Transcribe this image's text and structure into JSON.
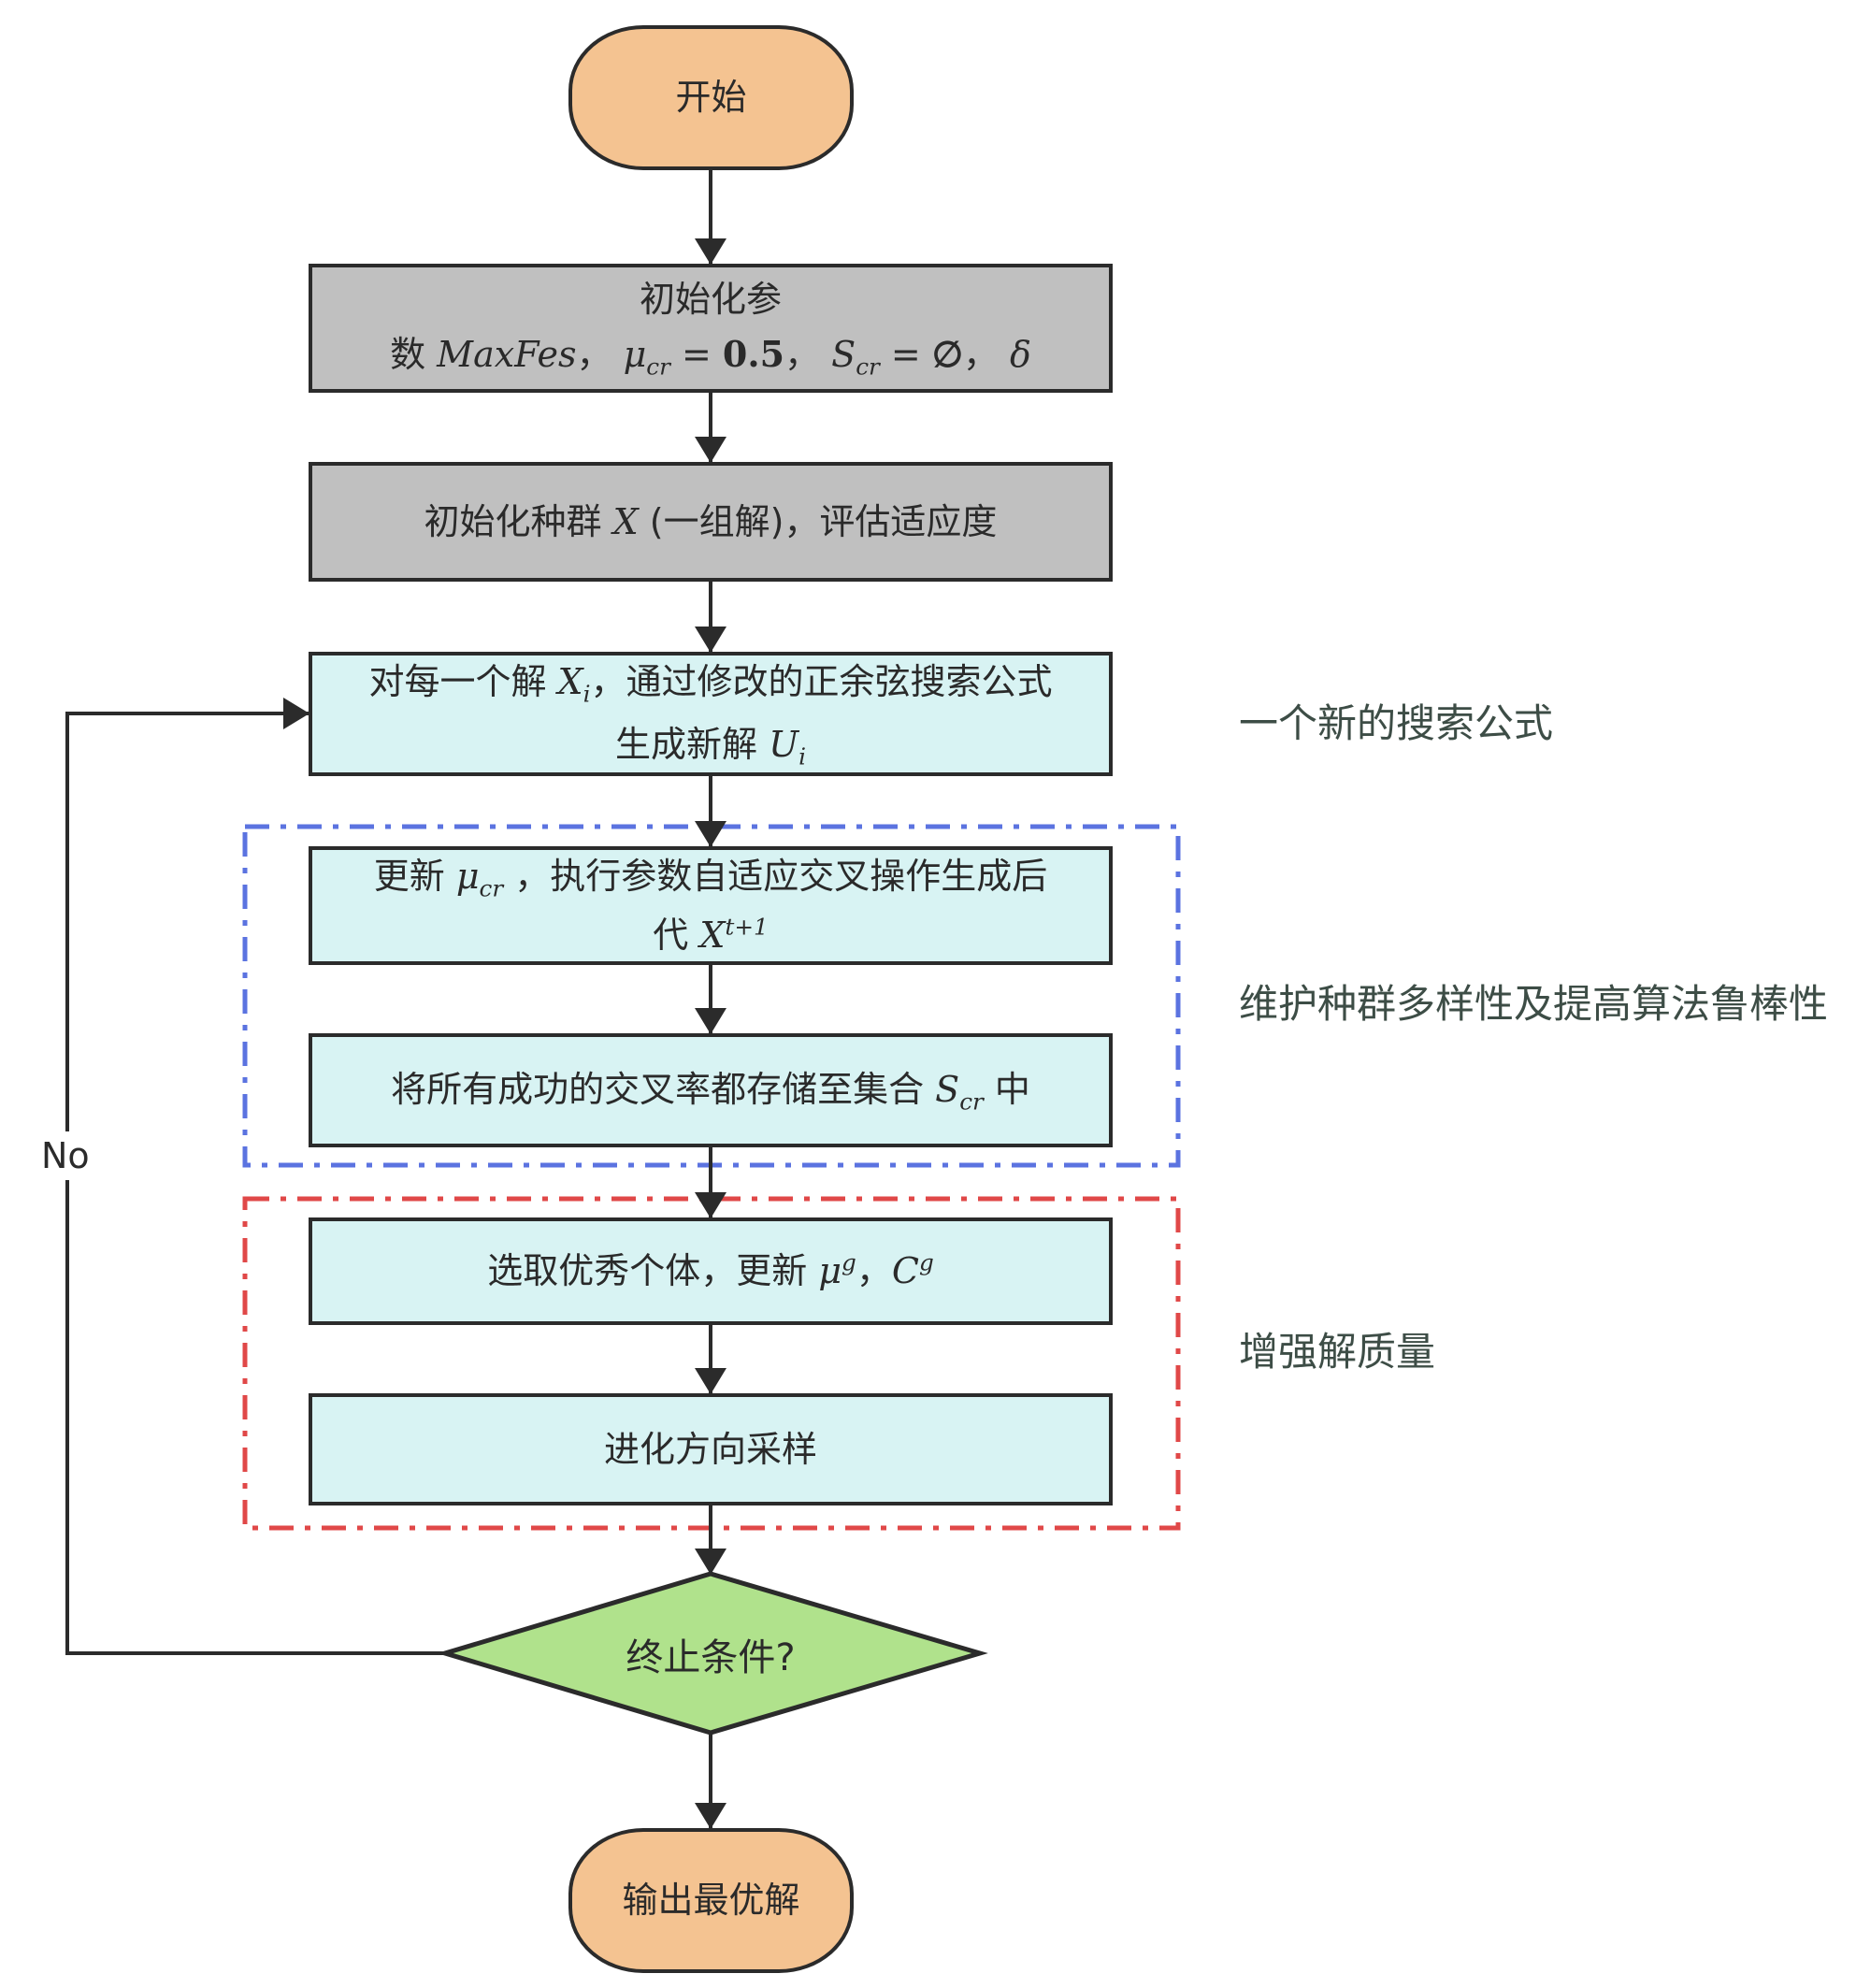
{
  "flowchart": {
    "start": {
      "label": "开始"
    },
    "init_params": {
      "line1": "初始化参",
      "line2_prefix": "数",
      "maxfes": "MaxFes",
      "sep": "，",
      "mu": "μ",
      "mu_sub": "cr",
      "eq": " = ",
      "mu_value": "0.5",
      "s": "S",
      "s_sub": "cr",
      "s_value": "∅",
      "delta": "δ"
    },
    "init_population": {
      "prefix": "初始化种群 ",
      "var": "X",
      "suffix": " (一组解)，评估适应度"
    },
    "search_step": {
      "line1_prefix": "对每一个解 ",
      "x": "X",
      "x_sub": "i",
      "line1_suffix": "，通过修改的正余弦搜索公式",
      "line2_prefix": "生成新解 ",
      "u": "U",
      "u_sub": "i"
    },
    "crossover_step": {
      "line1_prefix": "更新 ",
      "mu": "μ",
      "mu_sub": "cr",
      "line1_suffix": " ，执行参数自适应交叉操作生成后",
      "line2_prefix": "代 ",
      "x": "X",
      "x_sup": "t+1"
    },
    "store_step": {
      "prefix": "将所有成功的交叉率都存储至集合 ",
      "s": "S",
      "s_sub": "cr",
      "suffix": " 中"
    },
    "select_step": {
      "prefix": "选取优秀个体，更新 ",
      "mu": "μ",
      "mu_sup": "g",
      "sep": "，",
      "c": "C",
      "c_sup": "g"
    },
    "sampling_step": {
      "label": "进化方向采样"
    },
    "decision": {
      "label": "终止条件?",
      "no_label": "No"
    },
    "end": {
      "label": "输出最优解"
    }
  },
  "annotations": {
    "search": "一个新的搜索公式",
    "diversity": "维护种群多样性及提高算法鲁棒性",
    "quality": "增强解质量"
  },
  "colors": {
    "terminal_fill": "#f4c391",
    "init_fill": "#c0c0c0",
    "process_fill": "#d8f3f3",
    "decision_fill": "#b0e28c",
    "diversity_frame": "#5b73e0",
    "quality_frame": "#e04848",
    "annotation_text": "#3d4d46"
  }
}
